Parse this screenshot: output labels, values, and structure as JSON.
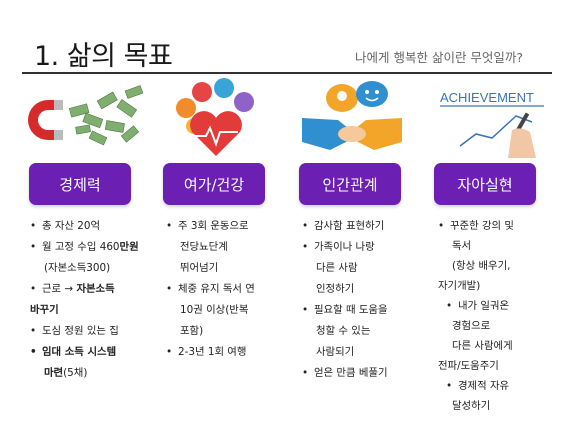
{
  "header": {
    "title": "1. 삶의 목표",
    "subtitle": "나에게 행복한 삶이란 무엇일까?"
  },
  "images": {
    "achievement_text": "ACHIEVEMENT"
  },
  "categories": [
    {
      "label": "경제력"
    },
    {
      "label": "여가/건강"
    },
    {
      "label": "인간관계"
    },
    {
      "label": "자아실현"
    }
  ],
  "economy": {
    "l1": "총 자산 20억",
    "l2a": "월 고정 수입 460",
    "l2b": "만원",
    "l3": "(자본소득300)",
    "l4a": "근로 → ",
    "l4b": "자본소득",
    "l5": "바꾸기",
    "l6": "도심 정원 있는 집",
    "l7": "임대 소득 시스템",
    "l8a": "마련",
    "l8b": "(5채)"
  },
  "leisure": {
    "l1": "주 3회 운동으로",
    "l2": "전당뇨단계",
    "l3": "뛰어넘기",
    "l4": "체중 유지 독서 연",
    "l5": "10권 이상(반복",
    "l6": "포함)",
    "l7": "2-3년 1회 여행"
  },
  "relations": {
    "l1": "감사함 표현하기",
    "l2": "가족이나 나랑",
    "l3": "다른 사람",
    "l4": "인정하기",
    "l5": "필요할 때 도움을",
    "l6": "청할 수 있는",
    "l7": "사람되기",
    "l8": "얻은 만큼 베풀기"
  },
  "self": {
    "l1": "꾸준한 강의 및",
    "l2": "독서",
    "l3": "(항상 배우기,",
    "l4": "자기개발)",
    "l5": "내가 일궈온",
    "l6": "경험으로",
    "l7": "다른 사람에게",
    "l8": "전파/도움주기",
    "l9": "경제적 자유",
    "l10": "달성하기"
  }
}
